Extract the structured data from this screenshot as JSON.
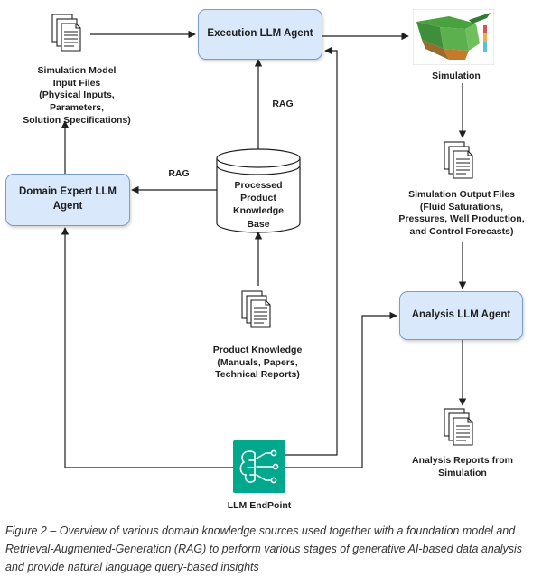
{
  "nodes": {
    "execution_agent": "Execution LLM Agent",
    "domain_expert_agent": "Domain Expert LLM\nAgent",
    "analysis_agent": "Analysis LLM Agent"
  },
  "labels": {
    "input_files": "Simulation Model\nInput Files\n(Physical Inputs,\nParameters,\nSolution Specifications)",
    "simulation": "Simulation",
    "knowledge_base": "Processed\nProduct\nKnowledge\nBase",
    "output_files": "Simulation Output Files\n(Fluid Saturations,\nPressures, Well Production,\nand Control Forecasts)",
    "product_knowledge": "Product Knowledge\n(Manuals, Papers,\nTechnical Reports)",
    "analysis_reports": "Analysis Reports from\nSimulation",
    "llm_endpoint": "LLM EndPoint",
    "rag_top": "RAG",
    "rag_left": "RAG"
  },
  "caption": "Figure 2 – Overview of various domain knowledge sources used together with a foundation model and Retrieval-Augmented-Generation (RAG) to perform various stages of generative AI-based data analysis and provide natural language query-based insights",
  "colors": {
    "agent_fill": "#dae8fc",
    "agent_border": "#7a9cc8",
    "endpoint_fill": "#01a88d"
  },
  "icons": [
    "document-stack-icon",
    "database-cylinder-icon",
    "neural-network-icon",
    "simulation-render-image"
  ]
}
